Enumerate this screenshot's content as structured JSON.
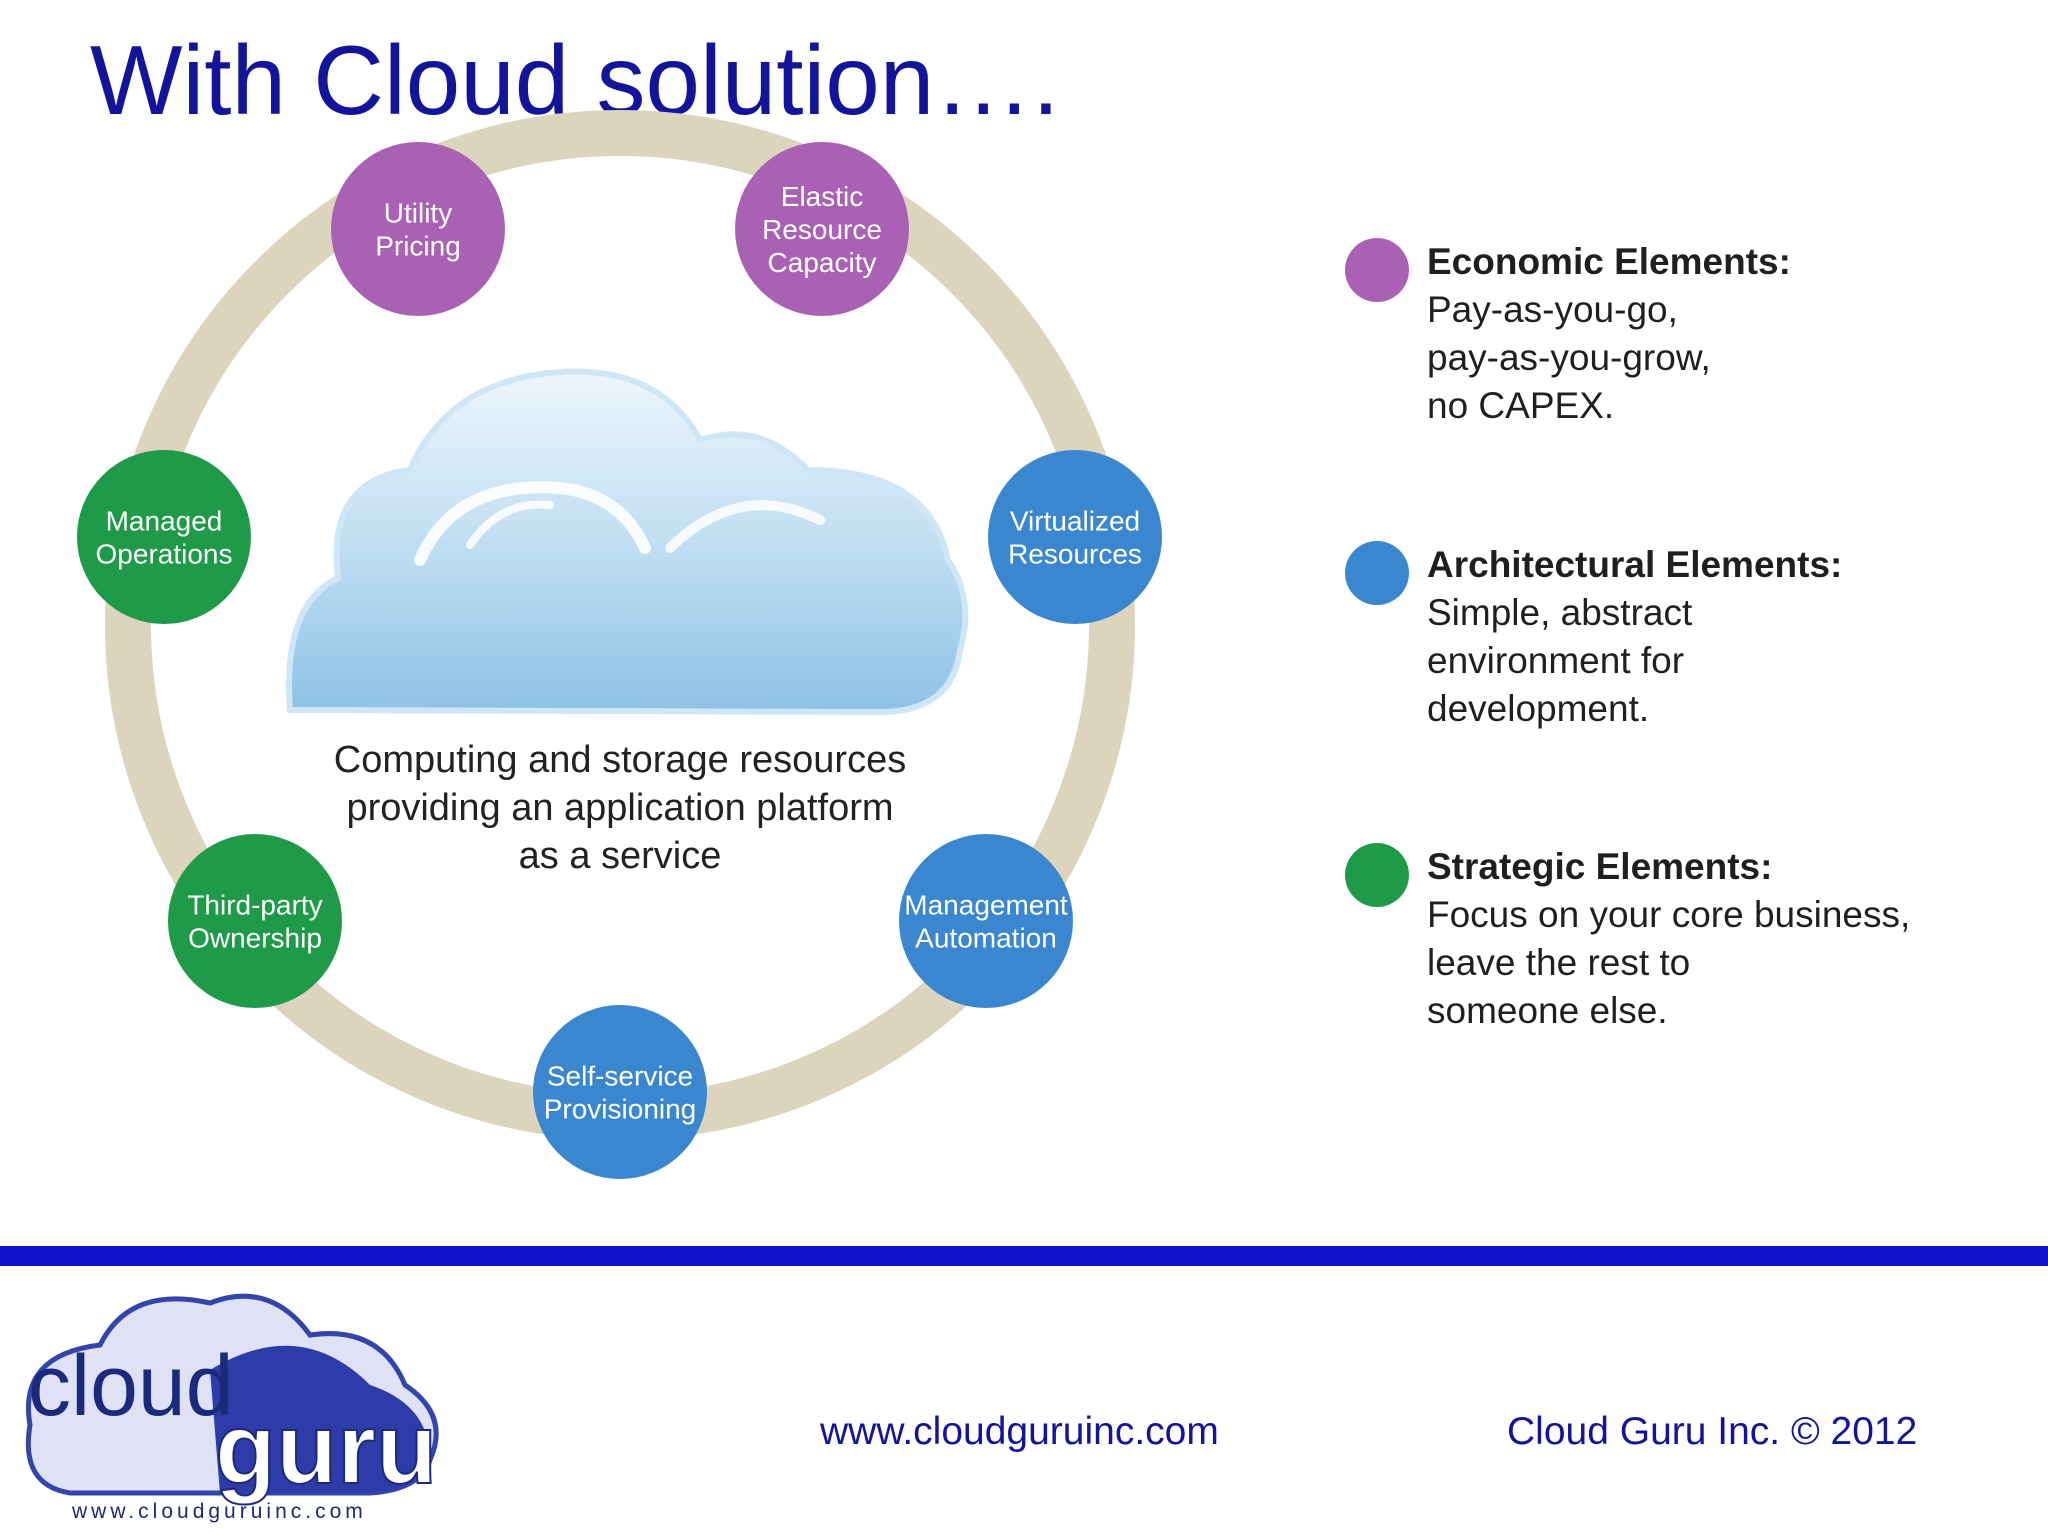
{
  "title": "With Cloud solution….",
  "diagram": {
    "nodes": [
      {
        "id": "utility-pricing",
        "lines": [
          "Utility",
          "Pricing"
        ],
        "color": "#a962b3"
      },
      {
        "id": "elastic-resource-capacity",
        "lines": [
          "Elastic",
          "Resource",
          "Capacity"
        ],
        "color": "#a962b3"
      },
      {
        "id": "virtualized-resources",
        "lines": [
          "Virtualized",
          "Resources"
        ],
        "color": "#3b87cf"
      },
      {
        "id": "management-automation",
        "lines": [
          "Management",
          "Automation"
        ],
        "color": "#3b87cf"
      },
      {
        "id": "self-service-provisioning",
        "lines": [
          "Self-service",
          "Provisioning"
        ],
        "color": "#3b87cf"
      },
      {
        "id": "third-party-ownership",
        "lines": [
          "Third-party",
          "Ownership"
        ],
        "color": "#1f9a48"
      },
      {
        "id": "managed-operations",
        "lines": [
          "Managed",
          "Operations"
        ],
        "color": "#1f9a48"
      }
    ],
    "center_caption": [
      "Computing and storage resources",
      "providing an application platform",
      "as a service"
    ],
    "ring_color": "#ddd4bd"
  },
  "legend": [
    {
      "heading": "Economic Elements:",
      "lines": [
        "Pay-as-you-go,",
        "pay-as-you-grow,",
        "no CAPEX."
      ],
      "color": "#a962b3"
    },
    {
      "heading": "Architectural Elements:",
      "lines": [
        "Simple, abstract",
        "environment for",
        "development."
      ],
      "color": "#3b87cf"
    },
    {
      "heading": "Strategic Elements:",
      "lines": [
        "Focus on your core business,",
        "leave the rest to",
        "someone else."
      ],
      "color": "#1f9a48"
    }
  ],
  "footer": {
    "url": "www.cloudguruinc.com",
    "copyright": "Cloud Guru Inc. © 2012",
    "logo": {
      "word1": "cloud",
      "word2": "guru",
      "tagline": "www.cloudguruinc.com"
    }
  }
}
